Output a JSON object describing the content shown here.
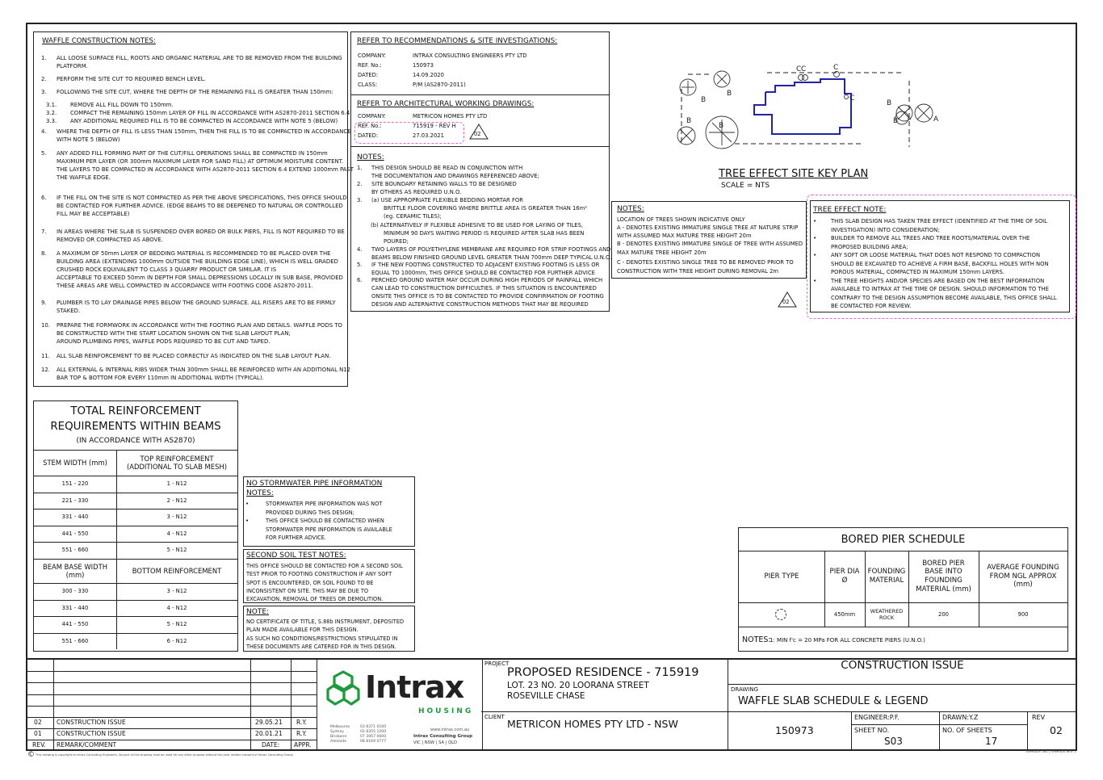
{
  "waffle": {
    "title": "WAFFLE CONSTRUCTION NOTES:",
    "lines": [
      {
        "n": "1.",
        "text": "ALL LOOSE SURFACE FILL, ROOTS AND ORGANIC MATERIAL ARE TO BE REMOVED FROM THE BUILDING"
      },
      {
        "n": "",
        "text": "PLATFORM."
      },
      {
        "n": "2.",
        "text": "PERFORM THE SITE CUT TO REQUIRED BENCH LEVEL."
      },
      {
        "n": "3.",
        "text": "FOLLOWING THE SITE CUT, WHERE THE DEPTH OF THE REMAINING FILL IS GREATER THAN 150mm:"
      },
      {
        "n": "3.1.",
        "text": "REMOVE ALL FILL DOWN TO 150mm."
      },
      {
        "n": "3.2.",
        "text": "COMPACT THE REMAINING 150mm LAYER OF FILL IN ACCORDANCE WITH AS2870-2011 SECTION 6.4."
      },
      {
        "n": "3.3.",
        "text": "ANY ADDITIONAL REQUIRED FILL IS TO BE COMPACTED IN ACCORDANCE WITH NOTE 5 (BELOW)"
      },
      {
        "n": "4.",
        "text": "WHERE THE DEPTH OF FILL IS LESS THAN 150mm, THEN THE FILL IS TO BE COMPACTED IN ACCORDANCE"
      },
      {
        "n": "",
        "text": "WITH NOTE 5 (BELOW)"
      },
      {
        "n": "5.",
        "text": "ANY ADDED FILL FORMING PART OF THE CUT/FILL OPERATIONS      SHALL BE COMPACTED IN 150mm"
      },
      {
        "n": "",
        "text": "MAXIMUM PER LAYER (OR 300mm MAXIMUM LAYER FOR SAND FILL) AT OPTIMUM MOISTURE CONTENT."
      },
      {
        "n": "",
        "text": "THE LAYERS TO BE COMPACTED IN ACCORDANCE WITH AS2870-2011 SECTION 6.4 EXTEND 1000mm PAST"
      },
      {
        "n": "",
        "text": "THE WAFFLE EDGE."
      },
      {
        "n": "6.",
        "text": "IF THE FILL ON THE SITE IS NOT COMPACTED AS PER THE ABOVE SPECIFICATIONS, THIS OFFICE SHOULD"
      },
      {
        "n": "",
        "text": "BE CONTACTED FOR FURTHER ADVICE. (EDGE BEAMS TO BE DEEPENED TO NATURAL OR CONTROLLED"
      },
      {
        "n": "",
        "text": "FILL MAY BE ACCEPTABLE)"
      },
      {
        "n": "7.",
        "text": "IN AREAS WHERE THE SLAB IS SUSPENDED OVER BORED OR BULK PIERS, FILL IS NOT REQUIRED TO BE"
      },
      {
        "n": "",
        "text": "REMOVED OR COMPACTED AS ABOVE."
      },
      {
        "n": "8.",
        "text": "A MAXIMUM OF 50mm LAYER OF BEDDING MATERIAL IS RECOMMENDED   TO BE PLACED OVER THE"
      },
      {
        "n": "",
        "text": "BUILDING AREA (EXTENDING 1000mm OUTSIDE THE BUILDING EDGE LINE), WHICH IS WELL GRADED"
      },
      {
        "n": "",
        "text": "CRUSHED ROCK EQUIVALENT TO CLASS 3 QUARRY PRODUCT OR SIMILAR.                   IT IS"
      },
      {
        "n": "",
        "text": "ACCEPTABLE TO EXCEED 50mm IN DEPTH FOR SMALL DEPRESSIONS LOCALLY IN SUB BASE, PROVIDED"
      },
      {
        "n": "",
        "text": "THESE AREAS ARE WELL COMPACTED IN ACCORDANCE WITH FOOTING CODE AS2870-2011."
      },
      {
        "n": "9.",
        "text": "PLUMBER IS TO LAY DRAINAGE PIPES BELOW THE GROUND SURFACE. ALL RISERS ARE TO BE FIRMLY"
      },
      {
        "n": "",
        "text": "STAKED."
      },
      {
        "n": "10.",
        "text": "PREPARE THE FORMWORK IN ACCORDANCE WITH THE FOOTING PLAN AND DETAILS. WAFFLE PODS TO"
      },
      {
        "n": "",
        "text": "BE CONSTRUCTED WITH THE START LOCATION SHOWN ON THE SLAB LAYOUT PLAN;"
      },
      {
        "n": "",
        "text": "AROUND PLUMBING PIPES, WAFFLE PODS REQUIRED TO BE CUT AND TAPED."
      },
      {
        "n": "11.",
        "text": "ALL SLAB REINFORCEMENT TO BE PLACED CORRECTLY AS INDICATED ON THE SLAB LAYOUT PLAN."
      },
      {
        "n": "12.",
        "text": "ALL EXTERNAL & INTERNAL RIBS WIDER THAN 300mm SHALL BE REINFORCED WITH AN ADDITIONAL N12"
      },
      {
        "n": "",
        "text": "BAR TOP & BOTTOM FOR EVERY 110mm IN ADDITIONAL WIDTH (TYPICAL)."
      }
    ]
  },
  "recs": {
    "title": "REFER TO RECOMMENDATIONS & SITE INVESTIGATIONS:",
    "rows": [
      {
        "k": "COMPANY:",
        "v": "INTRAX CONSULTING ENGINEERS PTY LTD"
      },
      {
        "k": "REF. No.:",
        "v": "150973"
      },
      {
        "k": "DATED:",
        "v": "14.09.2020"
      },
      {
        "k": "CLASS:",
        "v": "P/M (AS2870-2011)"
      }
    ]
  },
  "arch": {
    "title": "REFER TO ARCHITECTURAL WORKING DRAWINGS:",
    "rows": [
      {
        "k": "COMPANY:",
        "v": "METRICON HOMES PTY LTD"
      },
      {
        "k": "REF. No.:",
        "v": "715919 - REV H"
      },
      {
        "k": "DATED:",
        "v": "27.03.2021"
      }
    ],
    "rev_tag": "02"
  },
  "notes_mid": {
    "title": "NOTES:",
    "lines": [
      {
        "n": "1.",
        "i": 0,
        "text": "THIS DESIGN SHOULD BE READ IN CONJUNCTION WITH"
      },
      {
        "n": "",
        "i": 0,
        "text": "THE DOCUMENTATION AND DRAWINGS REFERENCED ABOVE;"
      },
      {
        "n": "2.",
        "i": 0,
        "text": "SITE  BOUNDARY RETAINING WALLS TO BE DESIGNED"
      },
      {
        "n": "",
        "i": 0,
        "text": "BY OTHERS AS REQUIRED U.N.O."
      },
      {
        "n": "3.",
        "i": 0,
        "text": "(a)   USE APPROPRIATE FLEXIBLE BEDDING MORTAR FOR"
      },
      {
        "n": "",
        "i": 1,
        "text": "BRITTLE FLOOR COVERING WHERE BRITTLE AREA IS GREATER THAN 16m²"
      },
      {
        "n": "",
        "i": 1,
        "text": "(eg. CERAMIC TILES);"
      },
      {
        "n": "",
        "i": 2,
        "text": "(b)   ALTERNATIVELY IF FLEXIBLE ADHESIVE TO BE USED FOR LAYING OF TILES,"
      },
      {
        "n": "",
        "i": 1,
        "text": "MINIMUM 90 DAYS WAITING PERIOD IS REQUIRED AFTER SLAB HAS BEEN"
      },
      {
        "n": "",
        "i": 1,
        "text": "POURED;"
      },
      {
        "n": "4.",
        "i": 0,
        "text": "TWO LAYERS OF POLYETHYLENE MEMBRANE ARE REQUIRED FOR STRIP FOOTINGS AND"
      },
      {
        "n": "",
        "i": 0,
        "text": "BEAMS BELOW FINISHED GROUND LEVEL GREATER THAN 700mm DEEP TYPICAL U.N.O."
      },
      {
        "n": "5.",
        "i": 0,
        "text": "IF THE NEW FOOTING CONSTRUCTED TO ADJACENT EXISTING FOOTING IS LESS OR"
      },
      {
        "n": "",
        "i": 0,
        "text": "EQUAL TO 1000mm, THIS OFFICE SHOULD BE CONTACTED FOR FURTHER ADVICE"
      },
      {
        "n": "6.",
        "i": 0,
        "text": "PERCHED GROUND WATER MAY OCCUR DURING HIGH PERIODS OF RAINFALL WHICH"
      },
      {
        "n": "",
        "i": 0,
        "text": "CAN LEAD TO CONSTRUCTION DIFFICULTIES. IF THIS SITUATION IS ENCOUNTERED"
      },
      {
        "n": "",
        "i": 0,
        "text": "ONSITE THIS OFFICE IS TO BE CONTACTED TO PROVIDE CONFIRMATION OF FOOTING"
      },
      {
        "n": "",
        "i": 0,
        "text": "DESIGN AND ALTERNATIVE CONSTRUCTION METHODS THAT MAY BE REQUIRED"
      }
    ]
  },
  "keyplan": {
    "title": "TREE EFFECT SITE KEY PLAN",
    "scale": "SCALE = NTS",
    "labels": [
      "B",
      "B",
      "B",
      "B",
      "B",
      "B",
      "C",
      "C",
      "C",
      "C",
      "A"
    ]
  },
  "tree_notes": {
    "title": "NOTES:",
    "lines": [
      "LOCATION OF TREES SHOWN INDICATIVE ONLY",
      "A - DENOTES EXISTING IMMATURE SINGLE TREE AT NATURE STRIP",
      "WITH ASSUMED MAX MATURE TREE HEIGHT 20m",
      "B - DENOTES EXISTING IMMATURE SINGLE OF TREE WITH ASSUMED",
      "MAX MATURE TREE HEIGHT 20m",
      "C -  DENOTES EXISTING SINGLE TREE TO BE REMOVED PRIOR TO",
      "CONSTRUCTION WITH TREE HEIGHT DURING REMOVAL 2m"
    ],
    "rev_tag": "02"
  },
  "tree_effect": {
    "title": "TREE EFFECT NOTE:",
    "lines": [
      {
        "b": true,
        "text": "THIS SLAB DESIGN HAS TAKEN TREE EFFECT (IDENTIFIED AT THE TIME OF SOIL"
      },
      {
        "b": false,
        "text": "INVESTIGATION) INTO CONSIDERATION;"
      },
      {
        "b": true,
        "text": "BUILDER TO REMOVE ALL TREES AND TREE ROOTS/MATERIAL OVER THE"
      },
      {
        "b": false,
        "text": "PROPOSED BUILDING AREA;"
      },
      {
        "b": true,
        "text": "ANY SOFT OR LOOSE MATERIAL THAT DOES NOT RESPOND TO COMPACTION"
      },
      {
        "b": false,
        "text": "SHOULD BE EXCAVATED TO ACHIEVE A FIRM BASE, BACKFILL HOLES WITH NON"
      },
      {
        "b": false,
        "text": "POROUS MATERIAL, COMPACTED IN MAXIMUM 150mm LAYERS."
      },
      {
        "b": true,
        "text": "THE TREE HEIGHTS AND/OR SPECIES ARE BASED ON THE BEST INFORMATION"
      },
      {
        "b": false,
        "text": "AVAILABLE TO INTRAX AT THE TIME OF DESIGN. SHOULD INFORMATION TO THE"
      },
      {
        "b": false,
        "text": "CONTRARY TO THE DESIGN ASSUMPTION BECOME AVAILABLE, THIS OFFICE SHALL"
      },
      {
        "b": false,
        "text": "BE CONTACTED FOR REVIEW."
      }
    ]
  },
  "reinf": {
    "title_lines": [
      "TOTAL REINFORCEMENT",
      "REQUIREMENTS WITHIN BEAMS"
    ],
    "subtitle": "(IN ACCORDANCE WITH AS2870)",
    "h1a": "STEM WIDTH (mm)",
    "h1b_lines": [
      "TOP REINFORCEMENT",
      "(ADDITIONAL TO SLAB MESH)"
    ],
    "stem_rows": [
      [
        "151 - 220",
        "1 - N12"
      ],
      [
        "221 - 330",
        "2 - N12"
      ],
      [
        "331 - 440",
        "3 - N12"
      ],
      [
        "441 - 550",
        "4 - N12"
      ],
      [
        "551 - 660",
        "5 - N12"
      ]
    ],
    "h2a_lines": [
      "BEAM BASE WIDTH",
      "(mm)"
    ],
    "h2b": "BOTTOM REINFORCEMENT",
    "base_rows": [
      [
        "300 - 330",
        "3 - N12"
      ],
      [
        "331 - 440",
        "4 - N12"
      ],
      [
        "441 - 550",
        "5 - N12"
      ],
      [
        "551 - 660",
        "6 - N12"
      ]
    ]
  },
  "storm": {
    "title": "NO STORMWATER PIPE INFORMATION",
    "sub": "NOTES:",
    "lines": [
      {
        "b": true,
        "text": "STORMWATER PIPE INFORMATION WAS NOT"
      },
      {
        "b": false,
        "text": "PROVIDED DURING THIS DESIGN;"
      },
      {
        "b": true,
        "text": "THIS OFFICE SHOULD BE CONTACTED WHEN"
      },
      {
        "b": false,
        "text": "STORMWATER PIPE INFORMATION IS AVAILABLE"
      },
      {
        "b": false,
        "text": "FOR FURTHER ADVICE."
      }
    ]
  },
  "soil": {
    "title": "SECOND SOIL TEST NOTES:",
    "lines": [
      "THIS OFFICE SHOULD BE CONTACTED FOR A SECOND SOIL",
      "TEST PRIOR TO FOOTING CONSTRUCTION IF ANY SOFT",
      "SPOT IS ENCOUNTERED, OR SOIL FOUND TO BE",
      "INCONSISTENT ON SITE. THIS MAY BE DUE TO",
      "EXCAVATION, REMOVAL OF TREES OR DEMOLITION."
    ]
  },
  "note": {
    "title": "NOTE:",
    "lines": [
      "NO CERTIFICATE OF TITLE, S.88b INSTRUMENT, DEPOSITED",
      "PLAN MADE AVAILABLE FOR THIS DESIGN.",
      "AS SUCH NO CONDITIONS/RESTRICTIONS STIPULATED IN",
      "THESE DOCUMENTS ARE CATERED FOR IN THIS DESIGN."
    ]
  },
  "pier": {
    "title": "BORED PIER SCHEDULE",
    "headers": [
      [
        "PIER TYPE"
      ],
      [
        "PIER DIA",
        "Ø"
      ],
      [
        "FOUNDING",
        "MATERIAL"
      ],
      [
        "BORED PIER",
        "BASE INTO",
        "FOUNDING",
        "MATERIAL (mm)"
      ],
      [
        "AVERAGE FOUNDING",
        "FROM NGL APPROX",
        "(mm)"
      ]
    ],
    "row": {
      "dia": "450mm",
      "mat_lines": [
        "WEATHERED",
        "ROCK"
      ],
      "base": "200",
      "avg": "900"
    },
    "notes_label": "NOTES:",
    "notes_text": "1:  MIN f'c = 20 MPa FOR ALL CONCRETE PIERS (U.N.O.)"
  },
  "revisions": {
    "rows": [
      {
        "rev": "02",
        "remark": "CONSTRUCTION ISSUE",
        "date": "29.05.21",
        "appr": "R.Y."
      },
      {
        "rev": "01",
        "remark": "CONSTRUCTION ISSUE",
        "date": "20.01.21",
        "appr": "R.Y."
      }
    ],
    "header": {
      "rev": "REV.",
      "remark": "REMARK/COMMENT",
      "date": "DATE:",
      "appr": "APPR."
    }
  },
  "logo": {
    "name": "Intrax",
    "tag": "HOUSING",
    "cities": [
      "Melbourne",
      "Sydney",
      "Brisbane",
      "Adelaide"
    ],
    "phones": [
      "03 8371 0100",
      "02 8355 1200",
      "07 3067 0600",
      "08 8169 0777"
    ],
    "web": "www.intrax.com.au",
    "group": "Intrax Consulting Group",
    "states": "VIC  |  NSW  |  SA  |  QLD",
    "brand_color": "#1f9a3f"
  },
  "title_block": {
    "project_label": "PROJECT",
    "project": "PROPOSED RESIDENCE - 715919",
    "address1": "LOT. 23 NO. 20 LOORANA STREET",
    "address2": "ROSEVILLE CHASE",
    "client_label": "CLIENT",
    "client": "METRICON HOMES PTY LTD - NSW",
    "issue": "CONSTRUCTION ISSUE",
    "drawing_label": "DRAWING",
    "drawing": "WAFFLE SLAB SCHEDULE & LEGEND",
    "job_no": "150973",
    "engineer": "ENGINEER:P.F.",
    "drawn": "DRAWN:Y.Z",
    "rev_label": "REV",
    "rev": "02",
    "sheet_label": "SHEET NO.",
    "sheet": "S03",
    "sheets_label": "NO. OF SHEETS",
    "sheets": "17"
  },
  "copyright": "This drawing is copyright to Intrax Consulting Engineers. No part of this drawing shall be used for any other purpose without the prior written consent of Intrax Consulting Group.",
  "template_ref": "TEMPLATE: 161 | TEMPLATE REV: 1"
}
